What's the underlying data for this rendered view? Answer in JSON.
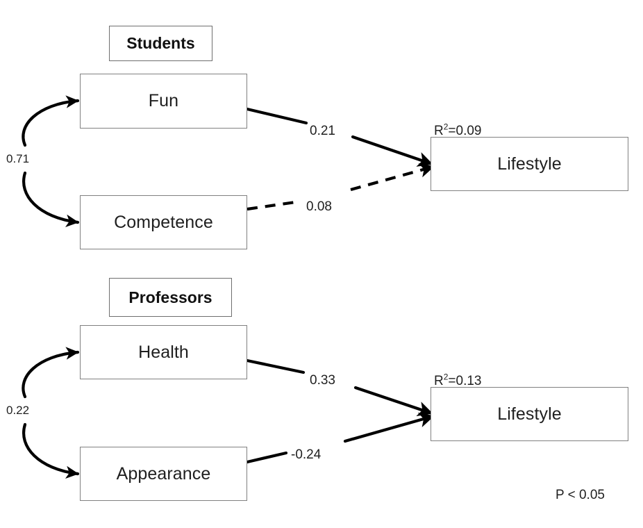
{
  "figure": {
    "type": "path-diagram",
    "background_color": "#ffffff",
    "line_color": "#000000",
    "box_border_color": "#808080",
    "text_color": "#1f1f1f",
    "significance_note": "P < 0.05"
  },
  "panels": [
    {
      "id": "students",
      "group_label": "Students",
      "predictors": [
        {
          "id": "fun",
          "label": "Fun"
        },
        {
          "id": "competence",
          "label": "Competence"
        }
      ],
      "outcome": {
        "id": "lifestyle_students",
        "label": "Lifestyle",
        "r2_prefix": "R",
        "r2_exponent": "2",
        "r2_text": "=0.09",
        "r2_value": 0.09
      },
      "correlation": {
        "between": [
          "Fun",
          "Competence"
        ],
        "value": "0.71",
        "style": "double-headed-curve"
      },
      "paths": [
        {
          "from": "Fun",
          "to": "Lifestyle",
          "coefficient": "0.21",
          "value": 0.21,
          "line_style": "solid",
          "significant": true
        },
        {
          "from": "Competence",
          "to": "Lifestyle",
          "coefficient": "0.08",
          "value": 0.08,
          "line_style": "dashed",
          "significant": false
        }
      ]
    },
    {
      "id": "professors",
      "group_label": "Professors",
      "predictors": [
        {
          "id": "health",
          "label": "Health"
        },
        {
          "id": "appearance",
          "label": "Appearance"
        }
      ],
      "outcome": {
        "id": "lifestyle_professors",
        "label": "Lifestyle",
        "r2_prefix": "R",
        "r2_exponent": "2",
        "r2_text": "=0.13",
        "r2_value": 0.13
      },
      "correlation": {
        "between": [
          "Health",
          "Appearance"
        ],
        "value": "0.22",
        "style": "double-headed-curve"
      },
      "paths": [
        {
          "from": "Health",
          "to": "Lifestyle",
          "coefficient": "0.33",
          "value": 0.33,
          "line_style": "solid",
          "significant": true
        },
        {
          "from": "Appearance",
          "to": "Lifestyle",
          "coefficient": "-0.24",
          "value": -0.24,
          "line_style": "solid",
          "significant": true
        }
      ]
    }
  ]
}
